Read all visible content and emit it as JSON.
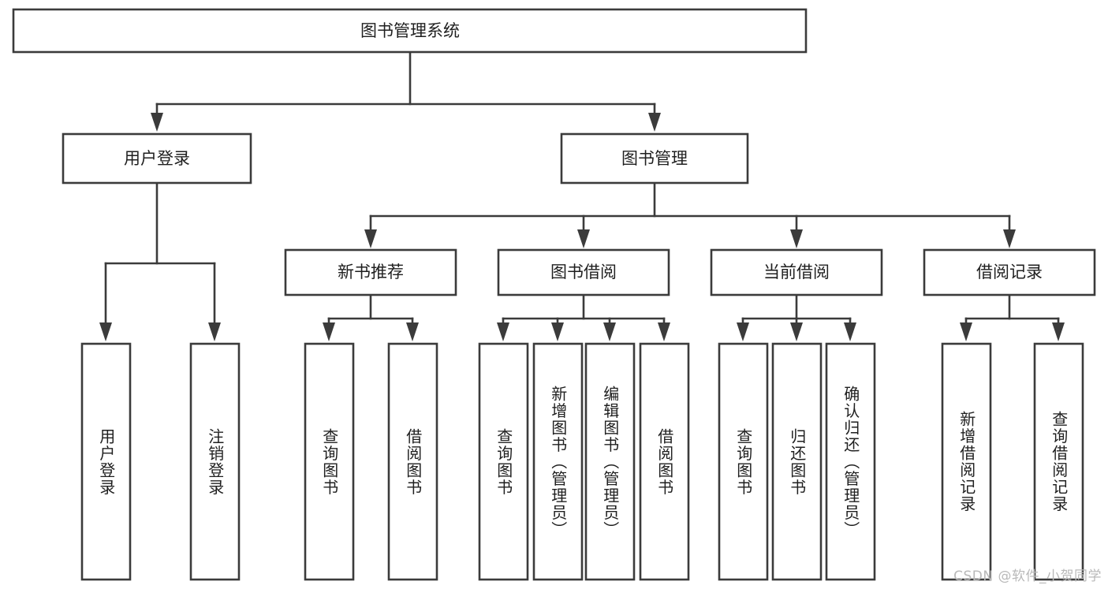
{
  "diagram": {
    "type": "hierarchy-tree",
    "title": "图书管理系统",
    "watermark": "CSDN @软件_小贺同学",
    "colors": {
      "box_stroke": "#3b3b3b",
      "box_fill": "#ffffff",
      "text": "#1f1f1f",
      "background": "#ffffff",
      "watermark": "#b9b9b9"
    },
    "root": {
      "label": "图书管理系统"
    },
    "level2": [
      {
        "label": "用户登录"
      },
      {
        "label": "图书管理"
      }
    ],
    "level3": [
      {
        "label": "新书推荐"
      },
      {
        "label": "图书借阅"
      },
      {
        "label": "当前借阅"
      },
      {
        "label": "借阅记录"
      }
    ],
    "leaves": {
      "user_login": [
        "用户登录",
        "注销登录"
      ],
      "new_book_recommend": [
        "查询图书",
        "借阅图书"
      ],
      "book_borrow": [
        "查询图书",
        "新增图书（管理员）",
        "编辑图书（管理员）",
        "借阅图书"
      ],
      "current_borrow": [
        "查询图书",
        "归还图书",
        "确认归还（管理员）"
      ],
      "borrow_record": [
        "新增借阅记录",
        "查询借阅记录"
      ]
    }
  }
}
